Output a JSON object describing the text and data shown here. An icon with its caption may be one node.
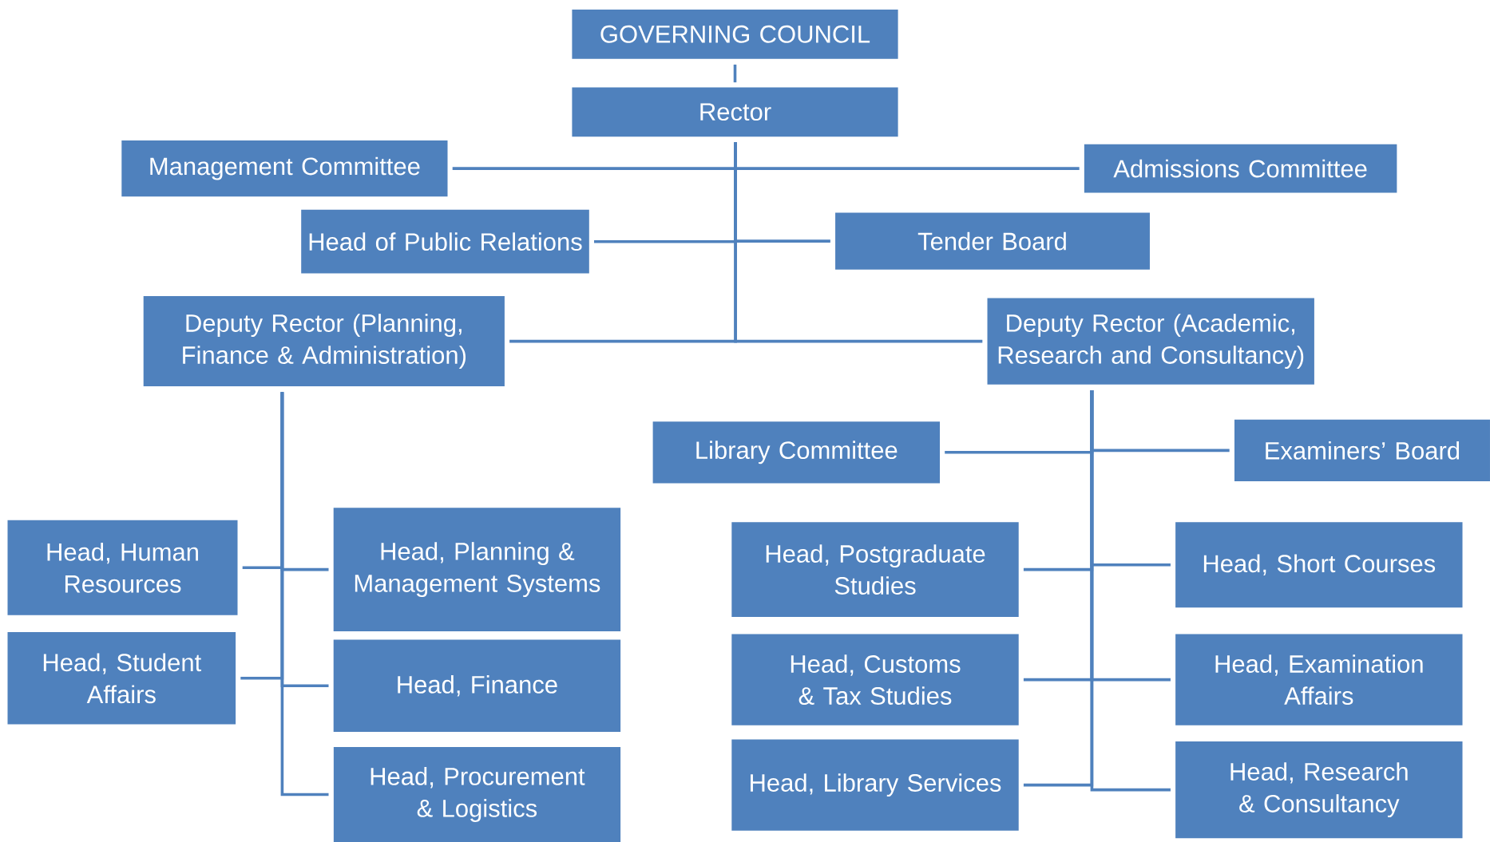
{
  "diagram": {
    "nodes": [
      {
        "text": [
          "GOVERNING COUNCIL"
        ]
      },
      {
        "text": [
          "Rector"
        ]
      },
      {
        "text": [
          "Management Committee"
        ]
      },
      {
        "text": [
          "Admissions Committee"
        ]
      },
      {
        "text": [
          "Head of Public Relations"
        ]
      },
      {
        "text": [
          "Tender Board"
        ]
      },
      {
        "text": [
          "Deputy Rector (Planning, Finance & Administration)"
        ]
      },
      {
        "text": [
          "Deputy Rector (Academic, Research and Consultancy)"
        ]
      },
      {
        "text": [
          "Library Committee"
        ]
      },
      {
        "text": [
          "Examiners’ Board"
        ]
      },
      {
        "text": [
          "Head, Human Resources"
        ]
      },
      {
        "text": [
          "Head, Planning & Management Systems"
        ]
      },
      {
        "text": [
          "Head, Student Affairs"
        ]
      },
      {
        "text": [
          "Head, Finance"
        ]
      },
      {
        "text": [
          "Head, Procurement & Logistics"
        ]
      },
      {
        "text": [
          "Head, Postgraduate Studies"
        ]
      },
      {
        "text": [
          "Head, Short Courses"
        ]
      },
      {
        "text": [
          "Head, Customs & Tax Studies"
        ]
      },
      {
        "text": [
          "Head, Examination Affairs"
        ]
      },
      {
        "text": [
          "Head, Library Services"
        ]
      },
      {
        "text": [
          "Head, Research & Consultancy"
        ]
      }
    ],
    "edges": [
      {
        "from": 0,
        "to": 1,
        "arrow": "none"
      },
      {
        "from": 1,
        "to": 2,
        "arrow": "none"
      },
      {
        "from": 1,
        "to": 3,
        "arrow": "none"
      },
      {
        "from": 1,
        "to": 4,
        "arrow": "none"
      },
      {
        "from": 1,
        "to": 5,
        "arrow": "none"
      },
      {
        "from": 1,
        "to": 6,
        "arrow": "none"
      },
      {
        "from": 1,
        "to": 7,
        "arrow": "none"
      },
      {
        "from": 6,
        "to": 10,
        "arrow": "none"
      },
      {
        "from": 6,
        "to": 11,
        "arrow": "none"
      },
      {
        "from": 6,
        "to": 12,
        "arrow": "none"
      },
      {
        "from": 6,
        "to": 13,
        "arrow": "none"
      },
      {
        "from": 6,
        "to": 14,
        "arrow": "none"
      },
      {
        "from": 7,
        "to": 8,
        "arrow": "none"
      },
      {
        "from": 7,
        "to": 9,
        "arrow": "none"
      },
      {
        "from": 7,
        "to": 15,
        "arrow": "none"
      },
      {
        "from": 7,
        "to": 16,
        "arrow": "none"
      },
      {
        "from": 7,
        "to": 17,
        "arrow": "none"
      },
      {
        "from": 7,
        "to": 18,
        "arrow": "none"
      },
      {
        "from": 7,
        "to": 19,
        "arrow": "none"
      },
      {
        "from": 7,
        "to": 20,
        "arrow": "none"
      }
    ]
  }
}
